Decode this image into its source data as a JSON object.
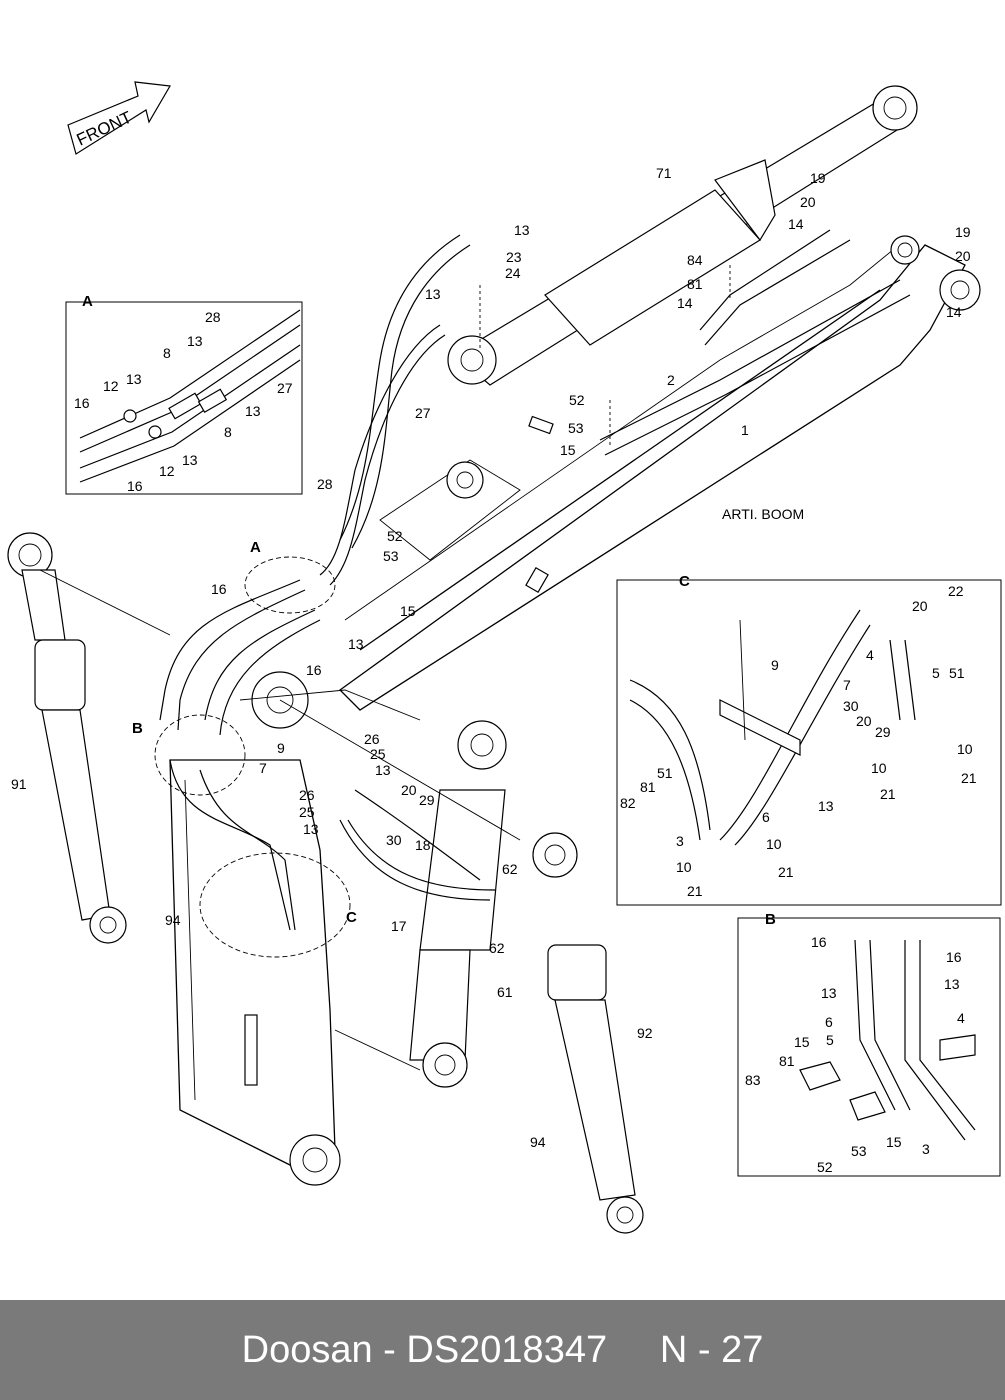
{
  "front_arrow": "FRONT",
  "boom_label": "ARTI. BOOM",
  "footer": {
    "brand": "Doosan",
    "part_number": "DS2018347",
    "page": "N - 27",
    "text": "Doosan - DS2018347     N - 27"
  },
  "inset_a": {
    "title": "A",
    "labels": [
      {
        "t": "28"
      },
      {
        "t": "13"
      },
      {
        "t": "8"
      },
      {
        "t": "13"
      },
      {
        "t": "12"
      },
      {
        "t": "16"
      },
      {
        "t": "27"
      },
      {
        "t": "13"
      },
      {
        "t": "8"
      },
      {
        "t": "13"
      },
      {
        "t": "12"
      },
      {
        "t": "16"
      }
    ]
  },
  "inset_b": {
    "title": "B",
    "labels": [
      {
        "t": "16"
      },
      {
        "t": "16"
      },
      {
        "t": "13"
      },
      {
        "t": "13"
      },
      {
        "t": "6"
      },
      {
        "t": "4"
      },
      {
        "t": "5"
      },
      {
        "t": "15"
      },
      {
        "t": "81"
      },
      {
        "t": "83"
      },
      {
        "t": "15"
      },
      {
        "t": "52"
      },
      {
        "t": "53"
      },
      {
        "t": "3"
      }
    ]
  },
  "inset_c": {
    "title": "C",
    "labels": [
      {
        "t": "22"
      },
      {
        "t": "20"
      },
      {
        "t": "51"
      },
      {
        "t": "5"
      },
      {
        "t": "4"
      },
      {
        "t": "9"
      },
      {
        "t": "7"
      },
      {
        "t": "30"
      },
      {
        "t": "20"
      },
      {
        "t": "29"
      },
      {
        "t": "10"
      },
      {
        "t": "10"
      },
      {
        "t": "21"
      },
      {
        "t": "21"
      },
      {
        "t": "13"
      },
      {
        "t": "51"
      },
      {
        "t": "81"
      },
      {
        "t": "82"
      },
      {
        "t": "6"
      },
      {
        "t": "3"
      },
      {
        "t": "10"
      },
      {
        "t": "10"
      },
      {
        "t": "21"
      },
      {
        "t": "21"
      }
    ]
  },
  "main_labels": [
    {
      "t": "71"
    },
    {
      "t": "19"
    },
    {
      "t": "20"
    },
    {
      "t": "14"
    },
    {
      "t": "19"
    },
    {
      "t": "20"
    },
    {
      "t": "14"
    },
    {
      "t": "84"
    },
    {
      "t": "81"
    },
    {
      "t": "14"
    },
    {
      "t": "13"
    },
    {
      "t": "23"
    },
    {
      "t": "24"
    },
    {
      "t": "13"
    },
    {
      "t": "2"
    },
    {
      "t": "52"
    },
    {
      "t": "53"
    },
    {
      "t": "1"
    },
    {
      "t": "15"
    },
    {
      "t": "27"
    },
    {
      "t": "28"
    },
    {
      "t": "52"
    },
    {
      "t": "53"
    },
    {
      "t": "15"
    },
    {
      "t": "A"
    },
    {
      "t": "16"
    },
    {
      "t": "13"
    },
    {
      "t": "16"
    },
    {
      "t": "B"
    },
    {
      "t": "9"
    },
    {
      "t": "7"
    },
    {
      "t": "26"
    },
    {
      "t": "25"
    },
    {
      "t": "13"
    },
    {
      "t": "26"
    },
    {
      "t": "20"
    },
    {
      "t": "29"
    },
    {
      "t": "25"
    },
    {
      "t": "13"
    },
    {
      "t": "30"
    },
    {
      "t": "18"
    },
    {
      "t": "62"
    },
    {
      "t": "17"
    },
    {
      "t": "62"
    },
    {
      "t": "91"
    },
    {
      "t": "94"
    },
    {
      "t": "C"
    },
    {
      "t": "61"
    },
    {
      "t": "92"
    },
    {
      "t": "94"
    }
  ]
}
